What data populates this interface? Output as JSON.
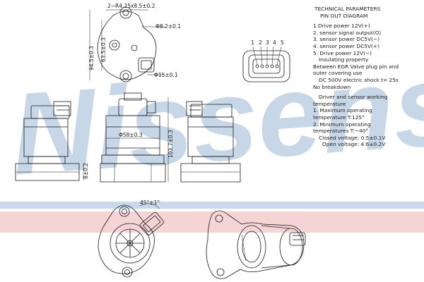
{
  "brand": {
    "watermark": "Nissens",
    "color": "#9bb8d6",
    "band_blue": "#c9d8ea",
    "band_red": "#f2c9cc"
  },
  "dimensions": {
    "bolt_holes": "2−R4.25x8.5±0.2",
    "bore_top": "Φ8.2±0.1",
    "flange_height": "94.5±0.3",
    "pcd_height": "63.5±0.3",
    "pipe_dia": "Φ15±0.1",
    "body_dia": "Φ58±0.3",
    "total_height": "103.7±0.3",
    "base_height": "8±0.2",
    "connector_angle": "45°±1°"
  },
  "connector_pins": [
    "1",
    "2",
    "3",
    "4",
    "5"
  ],
  "technical": {
    "title": "TECHNICAL PARAMETERS",
    "subtitle": "PIN OUT DIAGRAM",
    "pins": [
      "1.Drive power  12V(+)",
      "2. sensor signal output(O)",
      "3. sensor power DC5V(−)",
      "4. sensor power DC5V(+)",
      "5. Drive power   12V(−)"
    ],
    "insulation_title": "Insulating property",
    "insulation_lines": [
      "Between EGR Valve plug pin and",
      "outer covering use",
      "DC 500V electric shock t= 25s",
      "No breakdown"
    ],
    "temp_title_1": "Driver and sensor working",
    "temp_title_2": "temperature",
    "temp_max_label": "1. Maximum operating",
    "temp_max_value": "temperature T:125°",
    "temp_min_label": "2. Minimum operating",
    "temp_min_value": "temperatures T:−40°",
    "closed_voltage": "Closed voltage: 0.5±0.1V",
    "open_voltage": "Open voltage: 4.6±0.2V"
  }
}
